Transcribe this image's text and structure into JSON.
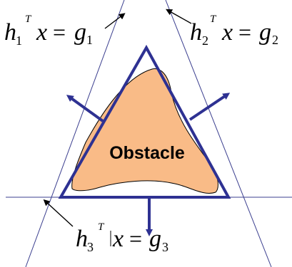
{
  "obstacle_label": "Obstacle",
  "constraints": [
    {
      "h": "h",
      "sub": "1",
      "sup": "T",
      "x": "x",
      "eq": "=",
      "g": "g",
      "gsub": "1"
    },
    {
      "h": "h",
      "sub": "2",
      "sup": "T",
      "x": "x",
      "eq": "=",
      "g": "g",
      "gsub": "2"
    },
    {
      "h": "h",
      "sub": "3",
      "sup": "T",
      "x": "x",
      "eq": "=",
      "g": "g",
      "gsub": "3"
    }
  ],
  "colors": {
    "triangle_stroke": "#2E3192",
    "normal_arrows": "#2E3192",
    "boundary_lines": "#3B3F8F",
    "obstacle_fill": "#F9BB87",
    "obstacle_stroke": "#000000",
    "pointer_arrows": "#000000"
  }
}
